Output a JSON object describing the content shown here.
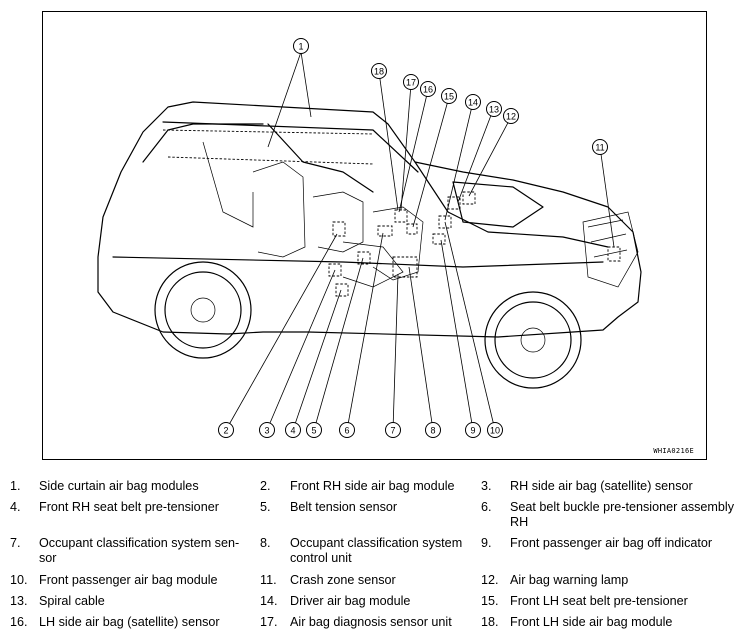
{
  "diagram": {
    "figure_code": "WHIA0216E",
    "callouts": [
      "1",
      "2",
      "3",
      "4",
      "5",
      "6",
      "7",
      "8",
      "9",
      "10",
      "11",
      "12",
      "13",
      "14",
      "15",
      "16",
      "17",
      "18"
    ]
  },
  "legend": [
    {
      "num": "1.",
      "text": "Side curtain air bag modules"
    },
    {
      "num": "2.",
      "text": "Front RH side air bag module"
    },
    {
      "num": "3.",
      "text": "RH side air bag (satellite) sensor"
    },
    {
      "num": "4.",
      "text": "Front RH seat belt pre-tensioner"
    },
    {
      "num": "5.",
      "text": "Belt tension sensor"
    },
    {
      "num": "6.",
      "text": "Seat belt buckle pre-tensioner assembly RH"
    },
    {
      "num": "7.",
      "text": "Occupant classification system sen-sor"
    },
    {
      "num": "8.",
      "text": "Occupant classification system control unit"
    },
    {
      "num": "9.",
      "text": "Front passenger air bag off indicator"
    },
    {
      "num": "10.",
      "text": "Front passenger air bag module"
    },
    {
      "num": "11.",
      "text": "Crash zone sensor"
    },
    {
      "num": "12.",
      "text": "Air bag warning lamp"
    },
    {
      "num": "13.",
      "text": "Spiral cable"
    },
    {
      "num": "14.",
      "text": "Driver air bag module"
    },
    {
      "num": "15.",
      "text": "Front LH seat belt pre-tensioner"
    },
    {
      "num": "16.",
      "text": "LH side air bag (satellite) sensor"
    },
    {
      "num": "17.",
      "text": "Air bag diagnosis sensor unit"
    },
    {
      "num": "18.",
      "text": "Front LH side air bag module"
    }
  ]
}
